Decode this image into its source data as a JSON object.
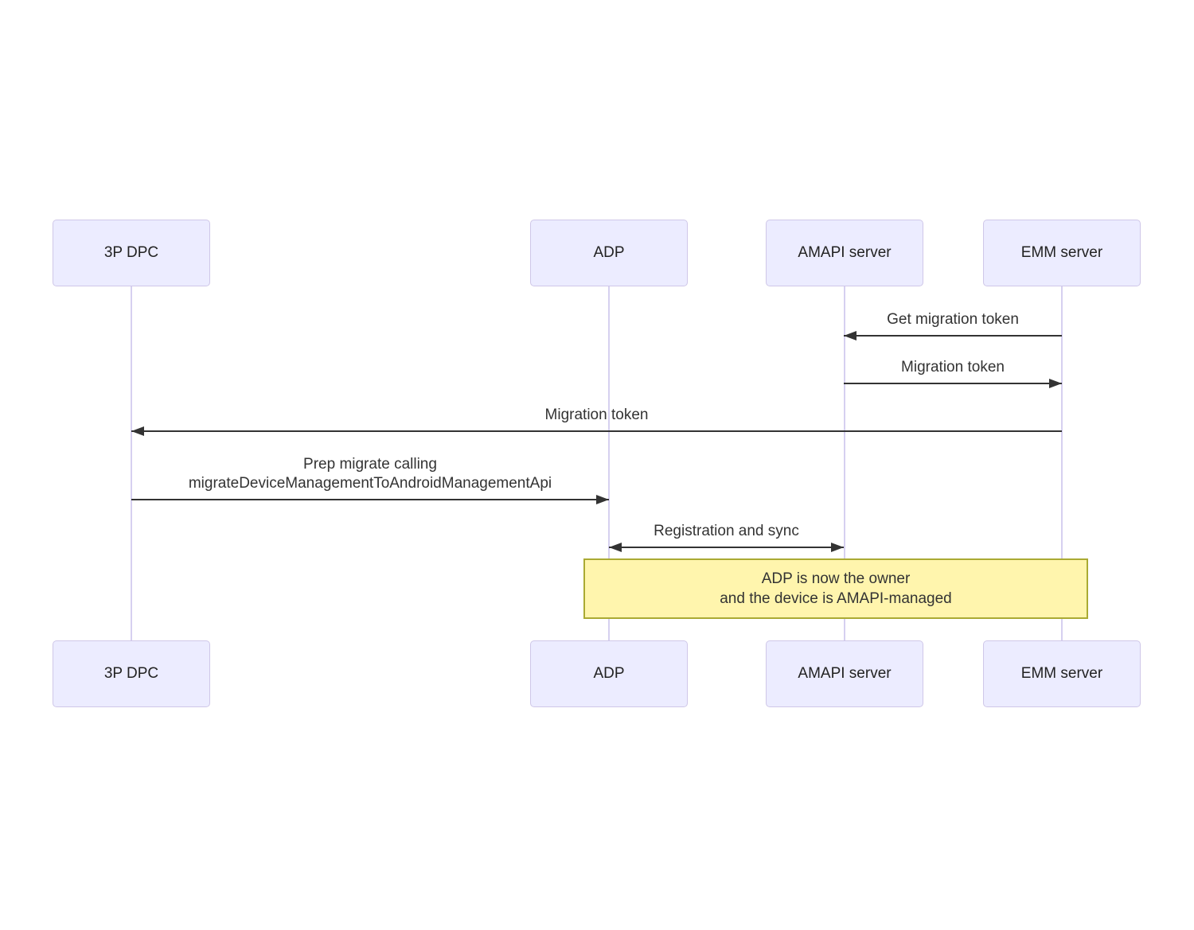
{
  "diagram_type": "sequence",
  "colors": {
    "background": "#ffffff",
    "actor_fill": "#ECECFF",
    "actor_border": "#cfc7e8",
    "actor_text": "#222222",
    "lifeline": "#d6d0f0",
    "line": "#333333",
    "label_text": "#333333",
    "note_fill": "#fff5ad",
    "note_border": "#aaaa33",
    "note_text": "#333333"
  },
  "actors": [
    {
      "label": "3P DPC"
    },
    {
      "label": "ADP"
    },
    {
      "label": "AMAPI server"
    },
    {
      "label": "EMM server"
    }
  ],
  "messages": [
    {
      "text": "Get migration token",
      "from": "EMM server",
      "to": "AMAPI server",
      "direction": "left"
    },
    {
      "text": "Migration token",
      "from": "AMAPI server",
      "to": "EMM server",
      "direction": "right"
    },
    {
      "text": "Migration token",
      "from": "EMM server",
      "to": "3P DPC",
      "direction": "left"
    },
    {
      "text_line1": "Prep migrate calling",
      "text_line2": "migrateDeviceManagementToAndroidManagementApi",
      "from": "3P DPC",
      "to": "ADP",
      "direction": "right"
    },
    {
      "text": "Registration and sync",
      "from": "ADP",
      "to": "AMAPI server",
      "direction": "both"
    }
  ],
  "note": {
    "text_line1": "ADP is now the owner",
    "text_line2": "and the device is AMAPI-managed",
    "over": "ADP to EMM server"
  }
}
